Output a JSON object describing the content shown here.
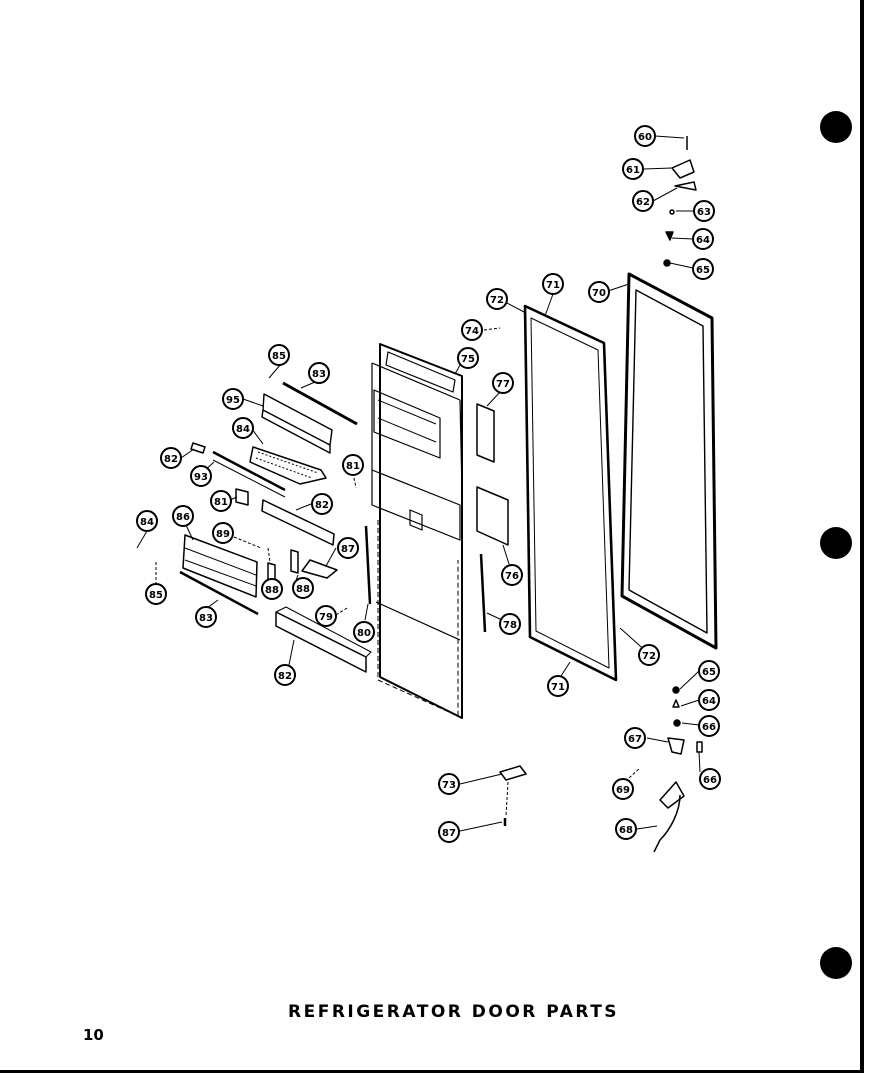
{
  "diagram": {
    "title": "REFRIGERATOR DOOR PARTS",
    "page_number": "10",
    "callouts": {
      "c60a": "60",
      "c61a": "61",
      "c62a": "62",
      "c63a": "63",
      "c64a": "64",
      "c65a": "65",
      "c70": "70",
      "c71a": "71",
      "c72a": "72",
      "c74": "74",
      "c75": "75",
      "c77": "77",
      "c85a": "85",
      "c83a": "83",
      "c95": "95",
      "c84a": "84",
      "c82a": "82",
      "c93": "93",
      "c81a": "81",
      "c81b": "81",
      "c82b": "82",
      "c84b": "84",
      "c86": "86",
      "c89a": "89",
      "c87a": "87",
      "c88a": "88",
      "c88b": "88",
      "c85b": "85",
      "c83b": "83",
      "c79": "79",
      "c80": "80",
      "c82c": "82",
      "c76": "76",
      "c78": "78",
      "c72b": "72",
      "c71b": "71",
      "c65b": "65",
      "c64b": "64",
      "c66a": "66",
      "c67": "67",
      "c66b": "66",
      "c69": "69",
      "c68": "68",
      "c73": "73",
      "c87b": "87"
    }
  }
}
